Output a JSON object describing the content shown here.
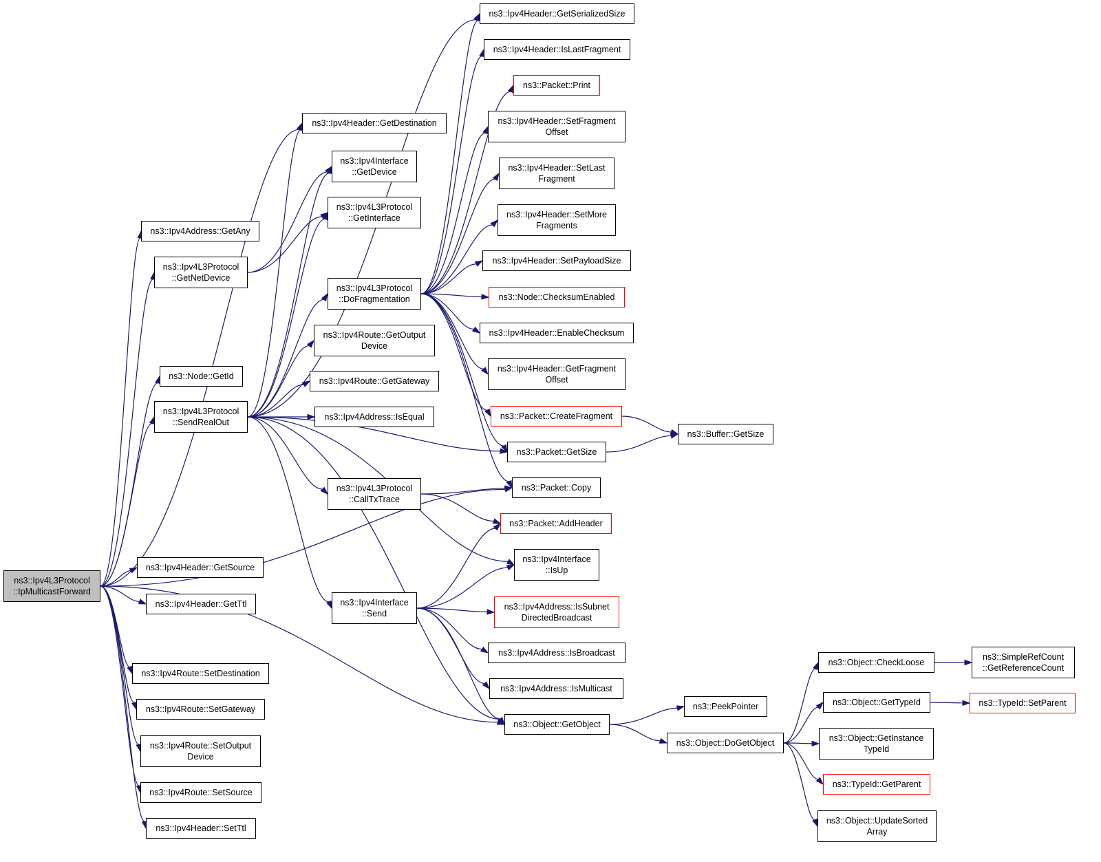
{
  "colors": {
    "edge": "#191970",
    "root_fill": "#bfbfbf",
    "link_border": "#000000",
    "truncated_border": "#ff0000"
  },
  "nodes": {
    "ipMulticastForward": {
      "label": "ns3::Ipv4L3Protocol\n::IpMulticastForward",
      "style": "root"
    },
    "getDestination": {
      "label": "ns3::Ipv4Header::GetDestination",
      "style": "normal"
    },
    "getAny": {
      "label": "ns3::Ipv4Address::GetAny",
      "style": "normal"
    },
    "getNetDevice": {
      "label": "ns3::Ipv4L3Protocol\n::GetNetDevice",
      "style": "normal"
    },
    "nodeGetId": {
      "label": "ns3::Node::GetId",
      "style": "normal"
    },
    "sendRealOut": {
      "label": "ns3::Ipv4L3Protocol\n::SendRealOut",
      "style": "normal"
    },
    "getSource": {
      "label": "ns3::Ipv4Header::GetSource",
      "style": "normal"
    },
    "getTtl": {
      "label": "ns3::Ipv4Header::GetTtl",
      "style": "normal"
    },
    "setDestination": {
      "label": "ns3::Ipv4Route::SetDestination",
      "style": "normal"
    },
    "setGateway": {
      "label": "ns3::Ipv4Route::SetGateway",
      "style": "normal"
    },
    "setOutputDevice": {
      "label": "ns3::Ipv4Route::SetOutput\nDevice",
      "style": "normal"
    },
    "setSource": {
      "label": "ns3::Ipv4Route::SetSource",
      "style": "normal"
    },
    "setTtl": {
      "label": "ns3::Ipv4Header::SetTtl",
      "style": "normal"
    },
    "ifaceGetDevice": {
      "label": "ns3::Ipv4Interface\n::GetDevice",
      "style": "normal"
    },
    "getInterface": {
      "label": "ns3::Ipv4L3Protocol\n::GetInterface",
      "style": "normal"
    },
    "doFragmentation": {
      "label": "ns3::Ipv4L3Protocol\n::DoFragmentation",
      "style": "normal"
    },
    "getOutputDevice": {
      "label": "ns3::Ipv4Route::GetOutput\nDevice",
      "style": "normal"
    },
    "getGateway": {
      "label": "ns3::Ipv4Route::GetGateway",
      "style": "normal"
    },
    "isEqual": {
      "label": "ns3::Ipv4Address::IsEqual",
      "style": "normal"
    },
    "callTxTrace": {
      "label": "ns3::Ipv4L3Protocol\n::CallTxTrace",
      "style": "normal"
    },
    "ifaceSend": {
      "label": "ns3::Ipv4Interface\n::Send",
      "style": "normal"
    },
    "getSerializedSize": {
      "label": "ns3::Ipv4Header::GetSerializedSize",
      "style": "normal"
    },
    "isLastFragment": {
      "label": "ns3::Ipv4Header::IsLastFragment",
      "style": "normal"
    },
    "packetPrint": {
      "label": "ns3::Packet::Print",
      "style": "red"
    },
    "setFragmentOffset": {
      "label": "ns3::Ipv4Header::SetFragment\nOffset",
      "style": "normal"
    },
    "setLastFragment": {
      "label": "ns3::Ipv4Header::SetLast\nFragment",
      "style": "normal"
    },
    "setMoreFragments": {
      "label": "ns3::Ipv4Header::SetMore\nFragments",
      "style": "normal"
    },
    "setPayloadSize": {
      "label": "ns3::Ipv4Header::SetPayloadSize",
      "style": "normal"
    },
    "checksumEnabled": {
      "label": "ns3::Node::ChecksumEnabled",
      "style": "red"
    },
    "enableChecksum": {
      "label": "ns3::Ipv4Header::EnableChecksum",
      "style": "normal"
    },
    "getFragmentOffset": {
      "label": "ns3::Ipv4Header::GetFragment\nOffset",
      "style": "normal"
    },
    "createFragment": {
      "label": "ns3::Packet::CreateFragment",
      "style": "red"
    },
    "packetGetSize": {
      "label": "ns3::Packet::GetSize",
      "style": "normal"
    },
    "packetCopy": {
      "label": "ns3::Packet::Copy",
      "style": "normal"
    },
    "addHeader": {
      "label": "ns3::Packet::AddHeader",
      "style": "red"
    },
    "ifaceIsUp": {
      "label": "ns3::Ipv4Interface\n::IsUp",
      "style": "normal"
    },
    "isSubnetDirectedBroadcast": {
      "label": "ns3::Ipv4Address::IsSubnet\nDirectedBroadcast",
      "style": "red"
    },
    "isBroadcast": {
      "label": "ns3::Ipv4Address::IsBroadcast",
      "style": "normal"
    },
    "isMulticast": {
      "label": "ns3::Ipv4Address::IsMulticast",
      "style": "normal"
    },
    "getObject": {
      "label": "ns3::Object::GetObject",
      "style": "normal"
    },
    "bufferGetSize": {
      "label": "ns3::Buffer::GetSize",
      "style": "normal"
    },
    "peekPointer": {
      "label": "ns3::PeekPointer",
      "style": "normal"
    },
    "doGetObject": {
      "label": "ns3::Object::DoGetObject",
      "style": "normal"
    },
    "checkLoose": {
      "label": "ns3::Object::CheckLoose",
      "style": "normal"
    },
    "getTypeId": {
      "label": "ns3::Object::GetTypeId",
      "style": "normal"
    },
    "getInstanceTypeId": {
      "label": "ns3::Object::GetInstance\nTypeId",
      "style": "normal"
    },
    "typeIdGetParent": {
      "label": "ns3::TypeId::GetParent",
      "style": "red"
    },
    "updateSortedArray": {
      "label": "ns3::Object::UpdateSorted\nArray",
      "style": "normal"
    },
    "getReferenceCount": {
      "label": "ns3::SimpleRefCount\n::GetReferenceCount",
      "style": "normal"
    },
    "setParent": {
      "label": "ns3::TypeId::SetParent",
      "style": "red"
    }
  },
  "edges": [
    [
      "ipMulticastForward",
      "getDestination"
    ],
    [
      "ipMulticastForward",
      "getAny"
    ],
    [
      "ipMulticastForward",
      "getNetDevice"
    ],
    [
      "ipMulticastForward",
      "nodeGetId"
    ],
    [
      "ipMulticastForward",
      "sendRealOut"
    ],
    [
      "ipMulticastForward",
      "packetCopy"
    ],
    [
      "ipMulticastForward",
      "getSource"
    ],
    [
      "ipMulticastForward",
      "getTtl"
    ],
    [
      "ipMulticastForward",
      "getObject"
    ],
    [
      "ipMulticastForward",
      "setDestination"
    ],
    [
      "ipMulticastForward",
      "setGateway"
    ],
    [
      "ipMulticastForward",
      "setOutputDevice"
    ],
    [
      "ipMulticastForward",
      "setSource"
    ],
    [
      "ipMulticastForward",
      "setTtl"
    ],
    [
      "getNetDevice",
      "ifaceGetDevice"
    ],
    [
      "getNetDevice",
      "getInterface"
    ],
    [
      "sendRealOut",
      "getDestination"
    ],
    [
      "sendRealOut",
      "ifaceGetDevice"
    ],
    [
      "sendRealOut",
      "getInterface"
    ],
    [
      "sendRealOut",
      "doFragmentation"
    ],
    [
      "sendRealOut",
      "getOutputDevice"
    ],
    [
      "sendRealOut",
      "getGateway"
    ],
    [
      "sendRealOut",
      "isEqual"
    ],
    [
      "sendRealOut",
      "packetGetSize"
    ],
    [
      "sendRealOut",
      "callTxTrace"
    ],
    [
      "sendRealOut",
      "ifaceIsUp"
    ],
    [
      "sendRealOut",
      "ifaceSend"
    ],
    [
      "sendRealOut",
      "getObject"
    ],
    [
      "sendRealOut",
      "getSerializedSize"
    ],
    [
      "doFragmentation",
      "getSerializedSize"
    ],
    [
      "doFragmentation",
      "isLastFragment"
    ],
    [
      "doFragmentation",
      "packetPrint"
    ],
    [
      "doFragmentation",
      "setFragmentOffset"
    ],
    [
      "doFragmentation",
      "setLastFragment"
    ],
    [
      "doFragmentation",
      "setMoreFragments"
    ],
    [
      "doFragmentation",
      "setPayloadSize"
    ],
    [
      "doFragmentation",
      "checksumEnabled"
    ],
    [
      "doFragmentation",
      "enableChecksum"
    ],
    [
      "doFragmentation",
      "getFragmentOffset"
    ],
    [
      "doFragmentation",
      "createFragment"
    ],
    [
      "doFragmentation",
      "packetGetSize"
    ],
    [
      "doFragmentation",
      "packetCopy"
    ],
    [
      "callTxTrace",
      "packetCopy"
    ],
    [
      "callTxTrace",
      "addHeader"
    ],
    [
      "ifaceSend",
      "addHeader"
    ],
    [
      "ifaceSend",
      "ifaceIsUp"
    ],
    [
      "ifaceSend",
      "isSubnetDirectedBroadcast"
    ],
    [
      "ifaceSend",
      "isBroadcast"
    ],
    [
      "ifaceSend",
      "isMulticast"
    ],
    [
      "ifaceSend",
      "getObject"
    ],
    [
      "createFragment",
      "bufferGetSize"
    ],
    [
      "packetGetSize",
      "bufferGetSize"
    ],
    [
      "getObject",
      "peekPointer"
    ],
    [
      "getObject",
      "doGetObject"
    ],
    [
      "doGetObject",
      "checkLoose"
    ],
    [
      "doGetObject",
      "getTypeId"
    ],
    [
      "doGetObject",
      "getInstanceTypeId"
    ],
    [
      "doGetObject",
      "typeIdGetParent"
    ],
    [
      "doGetObject",
      "updateSortedArray"
    ],
    [
      "checkLoose",
      "getReferenceCount"
    ],
    [
      "getTypeId",
      "setParent"
    ]
  ]
}
